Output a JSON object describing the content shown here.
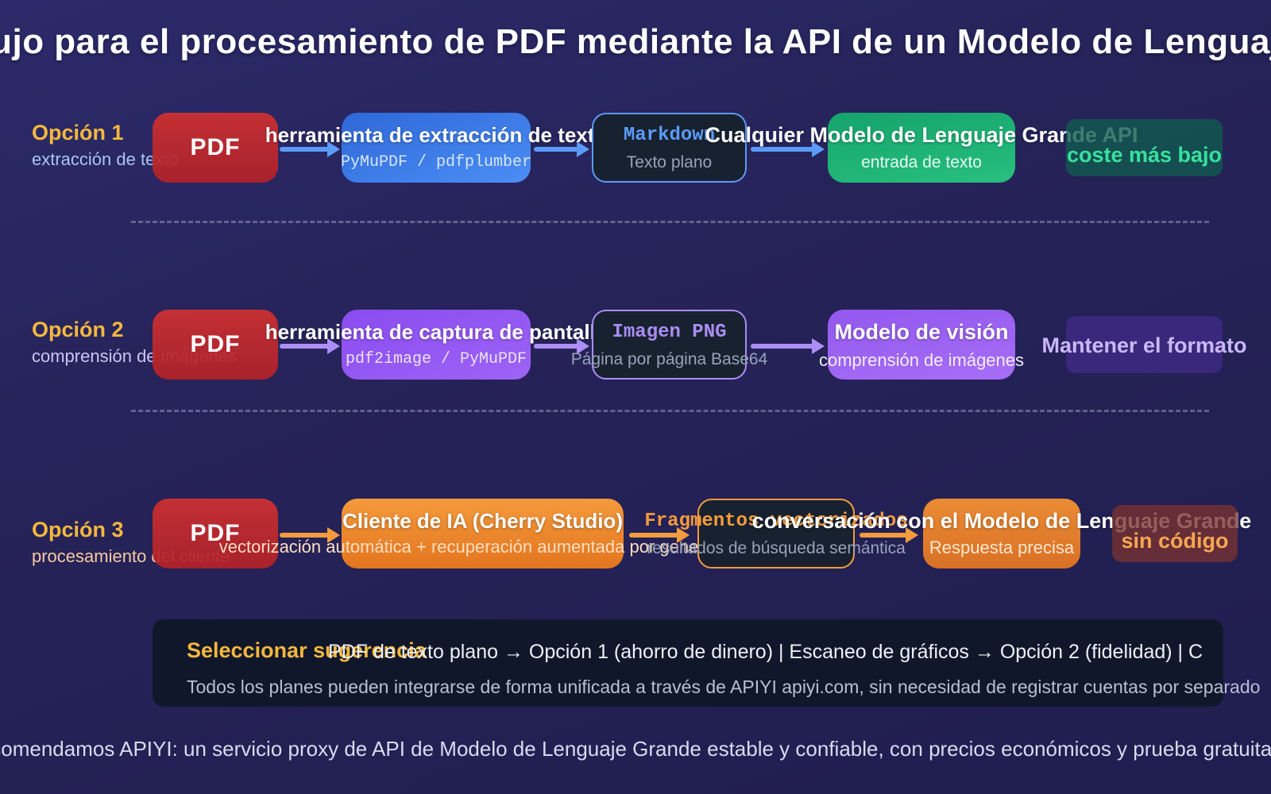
{
  "page": {
    "title": "Flujo para el procesamiento de PDF mediante la API de un Modelo de Lenguaje Grande",
    "footer": "Recomendamos APIYI: un servicio proxy de API de Modelo de Lenguaje Grande estable y confiable, con precios económicos y prueba gratuita"
  },
  "colors": {
    "background_top": "#2c2a6a",
    "background_bottom": "#201d4f",
    "option_yellow": "#f5b83d",
    "pdf_red": "#c62f2f",
    "row1_accent_blue": "#5b9bf8",
    "row2_accent_purple": "#a98df5",
    "row3_accent_orange": "#f59b3d",
    "llm_green": "#19ab70",
    "badge_green_text": "#38e09e",
    "badge_purple_text": "#cab8f8",
    "badge_orange_text": "#f7a751"
  },
  "rows": [
    {
      "option": "Opción 1",
      "option_sub": "extracción de texto",
      "pdf_label": "PDF",
      "tool_title": "herramienta de extracción de texto",
      "tool_subtitle": "PyMuPDF / pdfplumber",
      "mid_title": "Markdown",
      "mid_subtitle": "Texto plano",
      "llm_title": "Cualquier Modelo de Lenguaje Grande API",
      "llm_subtitle": "entrada de texto",
      "badge": "coste más bajo"
    },
    {
      "option": "Opción 2",
      "option_sub": "comprensión de imágenes",
      "pdf_label": "PDF",
      "tool_title": "herramienta de captura de pantalla",
      "tool_subtitle": "pdf2image / PyMuPDF",
      "mid_title": "Imagen PNG",
      "mid_subtitle": "Página por página Base64",
      "llm_title": "Modelo de visión",
      "llm_subtitle": "comprensión de imágenes",
      "badge": "Mantener el formato"
    },
    {
      "option": "Opción 3",
      "option_sub": "procesamiento del cliente",
      "pdf_label": "PDF",
      "tool_title": "Cliente de IA (Cherry Studio)",
      "tool_subtitle": "vectorización automática + recuperación aumentada por generación",
      "mid_title": "Fragmentos vectorizados",
      "mid_subtitle": "resultados de búsqueda semántica",
      "llm_title": "conversación con el Modelo de Lenguaje Grande",
      "llm_subtitle": "Respuesta precisa",
      "badge": "sin código"
    }
  ],
  "suggestion": {
    "heading": "Seleccionar sugerencia",
    "line1": "PDF de texto plano → Opción 1 (ahorro de dinero) | Escaneo de gráficos → Opción 2 (fidelidad) | C",
    "line2": "Todos los planes pueden integrarse de forma unificada a través de APIYI apiyi.com, sin necesidad de registrar cuentas por separado"
  }
}
